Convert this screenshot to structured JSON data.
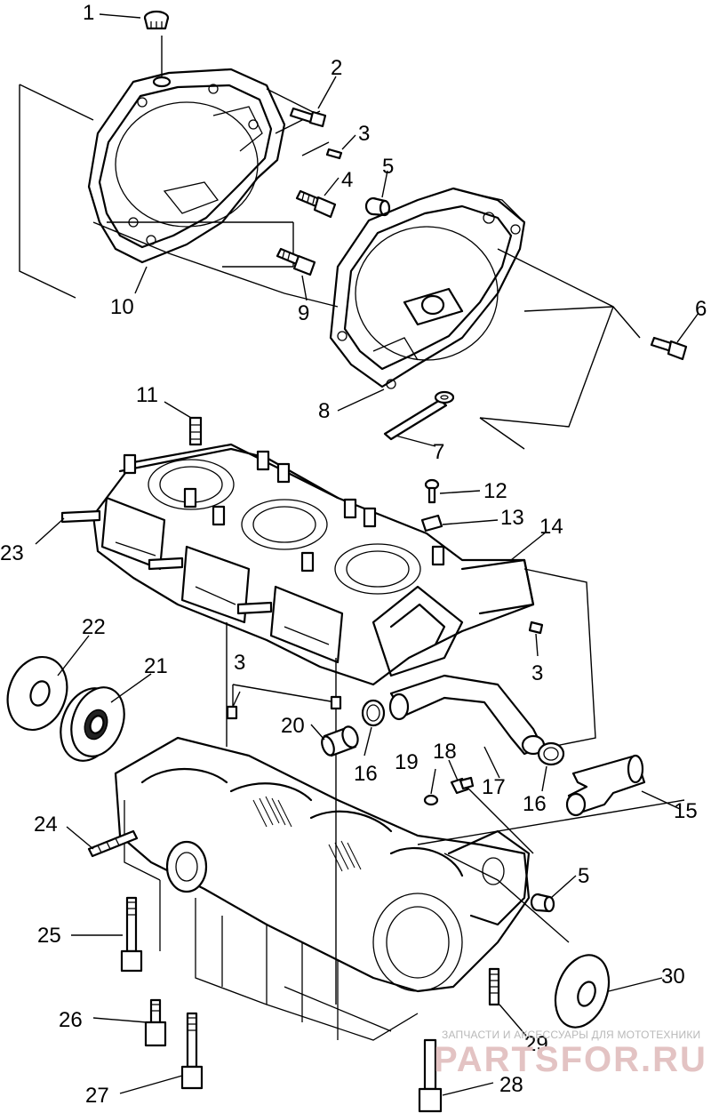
{
  "callouts": {
    "c1": "1",
    "c2": "2",
    "c3a": "3",
    "c4": "4",
    "c5a": "5",
    "c6": "6",
    "c7": "7",
    "c8": "8",
    "c9": "9",
    "c10": "10",
    "c11": "11",
    "c12": "12",
    "c13": "13",
    "c14": "14",
    "c3b": "3",
    "c3c": "3",
    "c22": "22",
    "c21": "21",
    "c23": "23",
    "c20": "20",
    "c16a": "16",
    "c19": "19",
    "c18": "18",
    "c17": "17",
    "c16b": "16",
    "c15": "15",
    "c24": "24",
    "c5b": "5",
    "c25": "25",
    "c30": "30",
    "c26": "26",
    "c29": "29",
    "c27": "27",
    "c28": "28"
  },
  "watermark": {
    "caption": "ЗАПЧАСТИ И АКСЕССУАРЫ ДЛЯ МОТОТЕХНИКИ",
    "logo": "PARTSFOR.RU",
    "logo_color": "#e3c3c3",
    "caption_color": "#b9b9b9"
  }
}
